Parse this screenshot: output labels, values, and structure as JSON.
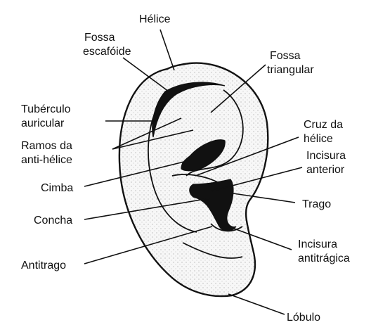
{
  "labels": {
    "helice": "Hélice",
    "fossa_escafoide_1": "Fossa",
    "fossa_escafoide_2": "escafóide",
    "fossa_triangular_1": "Fossa",
    "fossa_triangular_2": "triangular",
    "tuberculo_1": "Tubérculo",
    "tuberculo_2": "auricular",
    "ramos_1": "Ramos da",
    "ramos_2": "anti-hélice",
    "cruz_1": "Cruz da",
    "cruz_2": "hélice",
    "incisura_anterior_1": "Incisura",
    "incisura_anterior_2": "anterior",
    "cimba": "Cimba",
    "trago": "Trago",
    "concha": "Concha",
    "incisura_antitragica_1": "Incisura",
    "incisura_antitragica_2": "antitrágica",
    "antitrago": "Antitrago",
    "lobulo": "Lóbulo"
  }
}
